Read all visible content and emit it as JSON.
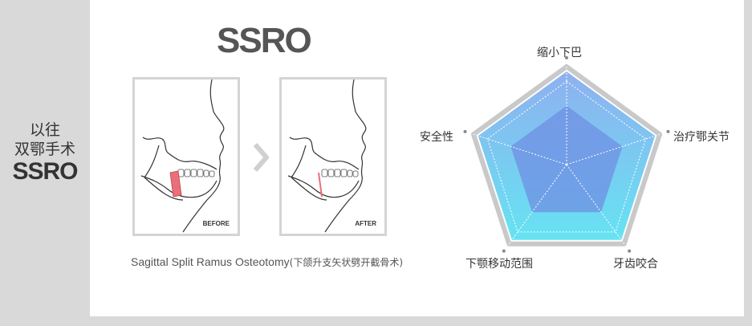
{
  "side_label": {
    "line1": "以往",
    "line2": "双鄂手术",
    "line3": "SSRO"
  },
  "title": "SSRO",
  "images": {
    "before_tag": "BEFORE",
    "after_tag": "AFTER"
  },
  "caption": {
    "en": "Sagittal Split Ramus Osteotomy",
    "zh": "(下颌升支矢状劈开截骨术)"
  },
  "radar": {
    "axes": [
      "缩小下巴",
      "治疗鄂关节",
      "牙齿咬合",
      "下颚移动范围",
      "安全性"
    ],
    "values": [
      0.95,
      0.95,
      0.95,
      0.95,
      0.95
    ],
    "colors": {
      "outer_border": "#c9c9c9",
      "fill_top": "#8fb0f0",
      "fill_bottom": "#66e3f2",
      "inner": "#6f8fe3",
      "accent": "#e8707a"
    }
  }
}
